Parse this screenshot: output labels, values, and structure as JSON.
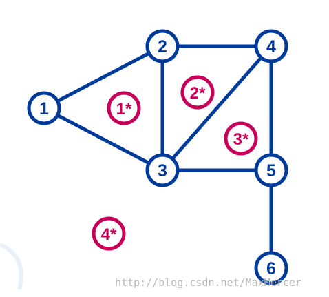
{
  "colors": {
    "graph": "#003a9a",
    "dual": "#c8005a",
    "watermark": "#b8b8b8",
    "background": "#ffffff"
  },
  "graph": {
    "vertices": [
      {
        "id": "v1",
        "label": "1"
      },
      {
        "id": "v2",
        "label": "2"
      },
      {
        "id": "v3",
        "label": "3"
      },
      {
        "id": "v4",
        "label": "4"
      },
      {
        "id": "v5",
        "label": "5"
      },
      {
        "id": "v6",
        "label": "6"
      }
    ],
    "edges": [
      [
        "v1",
        "v2"
      ],
      [
        "v1",
        "v3"
      ],
      [
        "v2",
        "v3"
      ],
      [
        "v2",
        "v4"
      ],
      [
        "v3",
        "v4"
      ],
      [
        "v3",
        "v5"
      ],
      [
        "v4",
        "v5"
      ],
      [
        "v5",
        "v6"
      ]
    ]
  },
  "faces": [
    {
      "id": "f1",
      "label": "1*"
    },
    {
      "id": "f2",
      "label": "2*"
    },
    {
      "id": "f3",
      "label": "3*"
    },
    {
      "id": "f4",
      "label": "4*"
    }
  ],
  "watermark": "http://blog.csdn.net/MaxMercer"
}
